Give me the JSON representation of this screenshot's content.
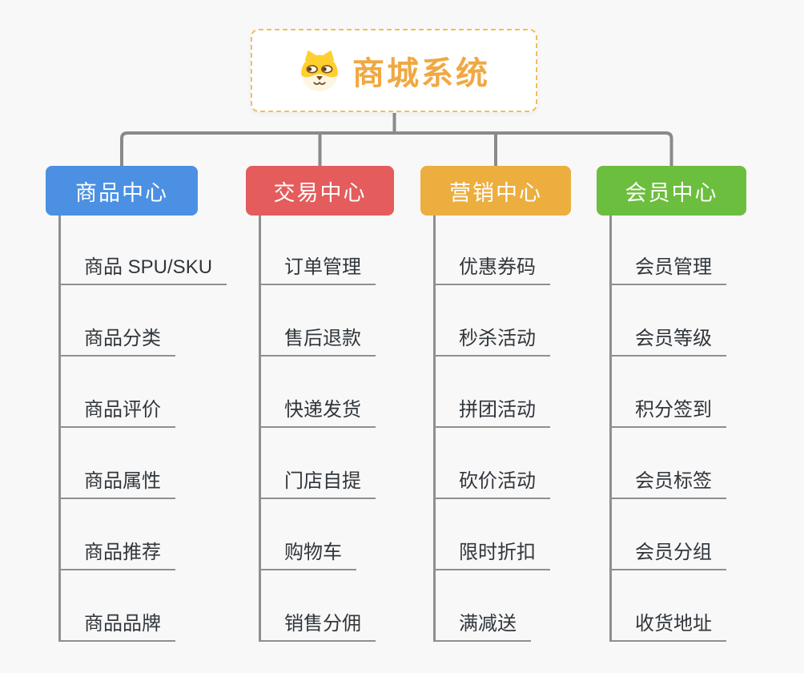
{
  "root": {
    "title": "商城系统",
    "icon": "dog-face-icon",
    "accent_color": "#F0A843",
    "border_color": "#F3BC60"
  },
  "branches": [
    {
      "label": "商品中心",
      "color": "#4B90E2",
      "children": [
        "商品 SPU/SKU",
        "商品分类",
        "商品评价",
        "商品属性",
        "商品推荐",
        "商品品牌"
      ]
    },
    {
      "label": "交易中心",
      "color": "#E45C5C",
      "children": [
        "订单管理",
        "售后退款",
        "快递发货",
        "门店自提",
        "购物车",
        "销售分佣"
      ]
    },
    {
      "label": "营销中心",
      "color": "#ECAE3F",
      "children": [
        "优惠券码",
        "秒杀活动",
        "拼团活动",
        "砍价活动",
        "限时折扣",
        "满减送"
      ]
    },
    {
      "label": "会员中心",
      "color": "#6CBE3E",
      "children": [
        "会员管理",
        "会员等级",
        "积分签到",
        "会员标签",
        "会员分组",
        "收货地址"
      ]
    }
  ],
  "colors": {
    "connector": "#8A8A8A",
    "leaf_underline": "#8F8F8F",
    "leaf_text": "#31363B",
    "background": "#F8F8F8"
  }
}
